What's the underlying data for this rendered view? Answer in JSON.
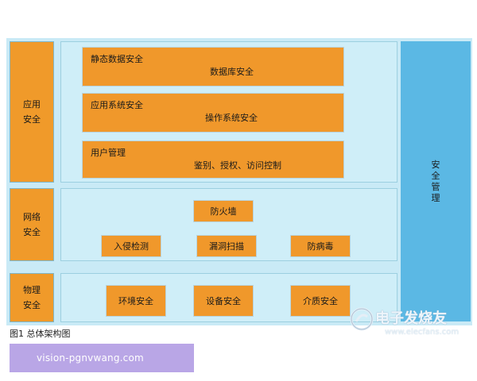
{
  "diagram": {
    "layers": {
      "application": {
        "label": "应用\n安全",
        "boxes": [
          {
            "title": "静态数据安全",
            "center": "数据库安全"
          },
          {
            "title": "应用系统安全",
            "center": "操作系统安全"
          },
          {
            "title": "用户管理",
            "center": "鉴别、授权、访问控制"
          }
        ]
      },
      "network": {
        "label": "网络\n安全",
        "boxes": [
          "防火墙",
          "入侵检测",
          "漏洞扫描",
          "防病毒"
        ]
      },
      "physical": {
        "label": "物理\n安全",
        "boxes": [
          "环境安全",
          "设备安全",
          "介质安全"
        ]
      }
    },
    "side": {
      "label": "安全管理"
    },
    "caption": "图1 总体架构图"
  },
  "watermarks": {
    "site": "vision-pgnvwang.com",
    "logo_text": "电子发烧友",
    "logo_url": "www.elecfans.com"
  },
  "colors": {
    "orange": "#f09a2a",
    "light_blue": "#cfeef8",
    "side_blue": "#5bb8e4"
  }
}
